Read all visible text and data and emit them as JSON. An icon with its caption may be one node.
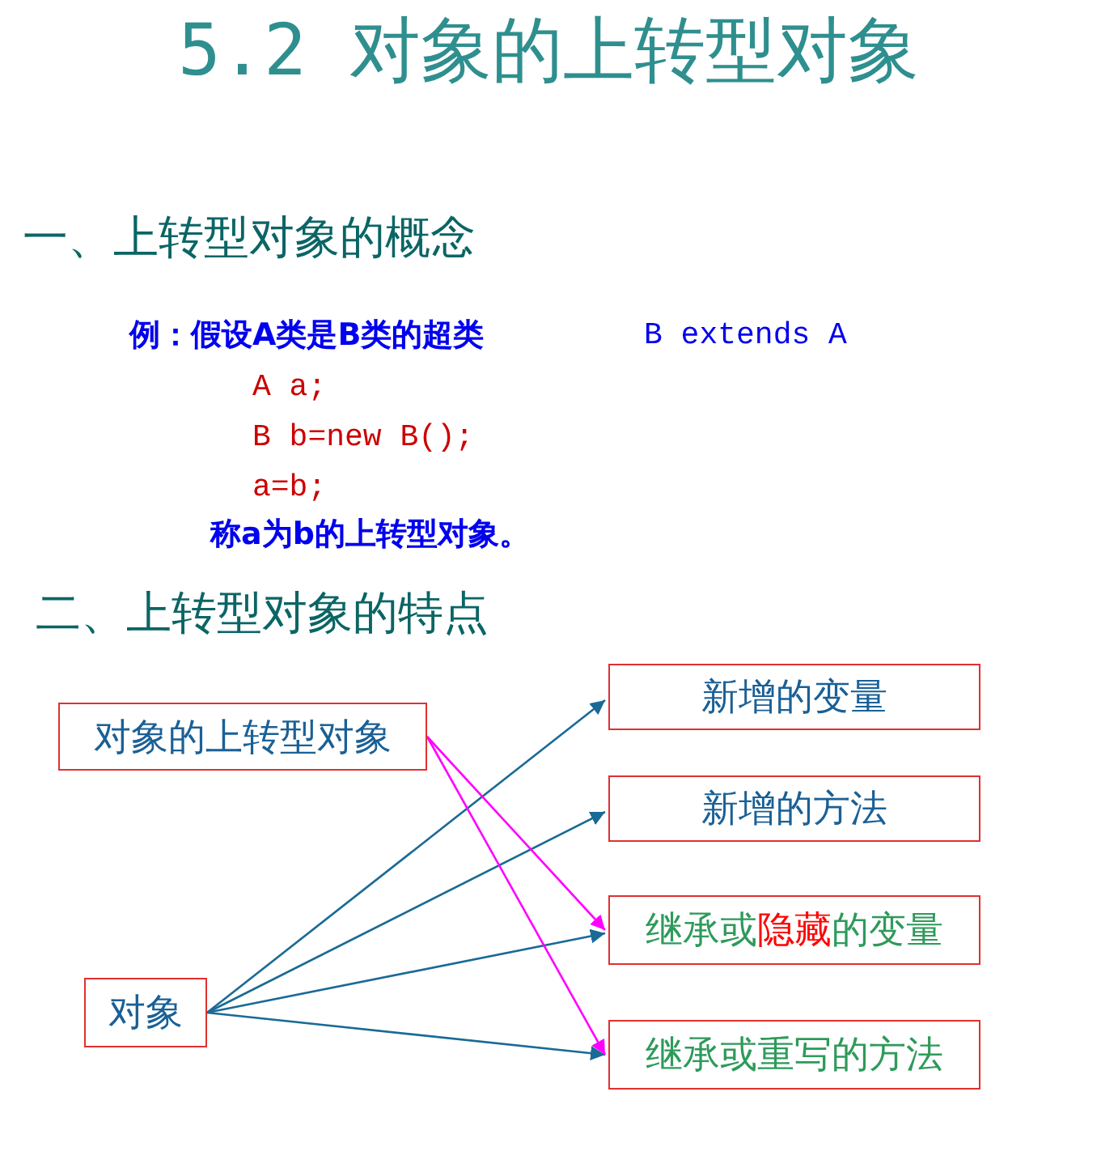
{
  "diagram": {
    "title": "5.2 对象的上转型对象",
    "nodes": [
      {
        "text": [
          "对象的上转型对象"
        ]
      },
      {
        "text": [
          "新增的变量"
        ]
      },
      {
        "text": [
          "新增的方法"
        ]
      },
      {
        "text": [
          "继承或**隐藏**的变量"
        ]
      },
      {
        "text": [
          "继承或重写的方法"
        ]
      },
      {
        "text": [
          "对象"
        ]
      }
    ],
    "edges": [
      {
        "from": 5,
        "to": 1,
        "arrow": "to"
      },
      {
        "from": 5,
        "to": 2,
        "arrow": "to"
      },
      {
        "from": 5,
        "to": 3,
        "arrow": "to"
      },
      {
        "from": 5,
        "to": 4,
        "arrow": "to"
      },
      {
        "from": 0,
        "to": 3,
        "arrow": "to",
        "color": "#ff00ff"
      },
      {
        "from": 0,
        "to": 4,
        "arrow": "to",
        "color": "#ff00ff"
      }
    ],
    "labels": [
      "一、上转型对象的概念",
      "例：假设A类是B类的超类",
      "B extends A",
      "A a;",
      "B b=new B();",
      "a=b;",
      "称a为b的上转型对象。",
      "二、上转型对象的特点"
    ]
  }
}
